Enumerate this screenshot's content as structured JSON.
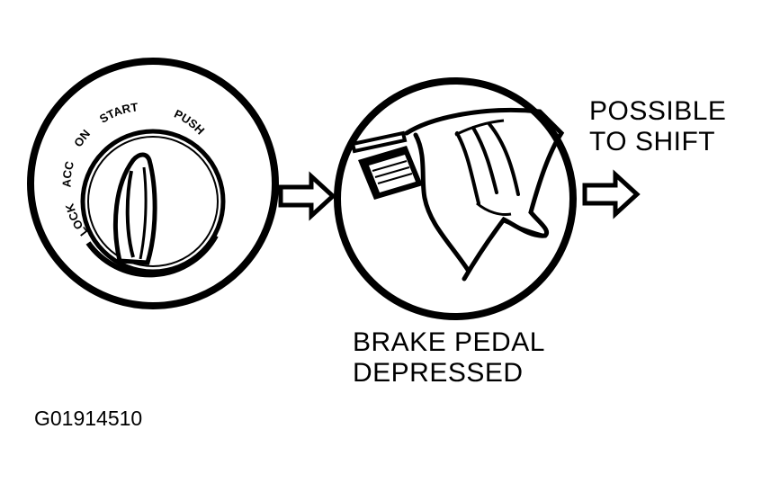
{
  "figure": {
    "id_label": "G01914510",
    "ignition_positions": [
      "LOCK",
      "ACC",
      "ON",
      "START",
      "PUSH"
    ],
    "caption_left": [
      "POSSIBLE",
      "TO SHIFT"
    ],
    "caption_bottom": [
      "BRAKE PEDAL",
      "DEPRESSED"
    ]
  },
  "colors": {
    "ink": "#000000",
    "paper": "#ffffff"
  }
}
